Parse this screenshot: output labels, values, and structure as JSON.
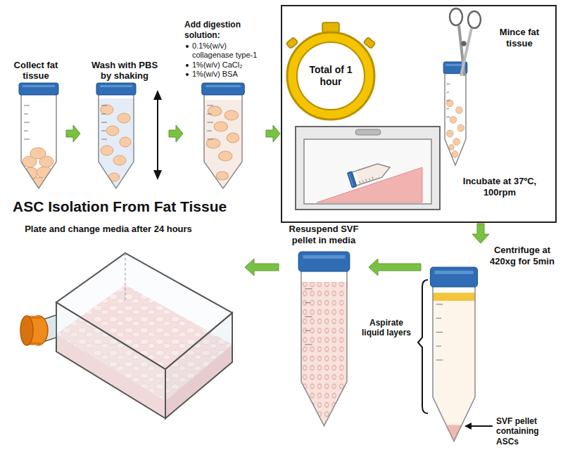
{
  "diagram": {
    "title": "ASC Isolation From Fat Tissue",
    "nodes": [
      {
        "text": [
          "Collect fat tissue"
        ]
      },
      {
        "text": [
          "Wash with PBS by shaking"
        ]
      },
      {
        "text": [
          "Add digestion solution:",
          "0.1%(w/v) collagenase type-1",
          "1%(w/v) CaCl₂",
          "1%(w/v) BSA"
        ]
      },
      {
        "text": []
      },
      {
        "text": [
          "Total of 1 hour"
        ],
        "in": 3
      },
      {
        "text": [
          "Mince fat tissue"
        ],
        "in": 3
      },
      {
        "text": [
          "Incubate at 37ºC, 100rpm"
        ],
        "in": 3
      },
      {
        "text": [
          "Centrifuge at 420xg for 5min"
        ]
      },
      {
        "text": [
          "Resuspend SVF pellet in media"
        ]
      },
      {
        "text": [
          "Plate and change media after 24 hours"
        ]
      }
    ],
    "edges": [
      {
        "from": 0,
        "to": 1,
        "arrow": "to"
      },
      {
        "from": 1,
        "to": 2,
        "arrow": "to"
      },
      {
        "from": 2,
        "to": 3,
        "arrow": "to"
      },
      {
        "from": 3,
        "to": 7,
        "arrow": "to"
      },
      {
        "from": 7,
        "to": 8,
        "arrow": "to"
      },
      {
        "from": 8,
        "to": 9,
        "arrow": "to"
      }
    ],
    "labels": [
      "Aspirate liquid layers",
      "SVF pellet containing ASCs"
    ]
  }
}
